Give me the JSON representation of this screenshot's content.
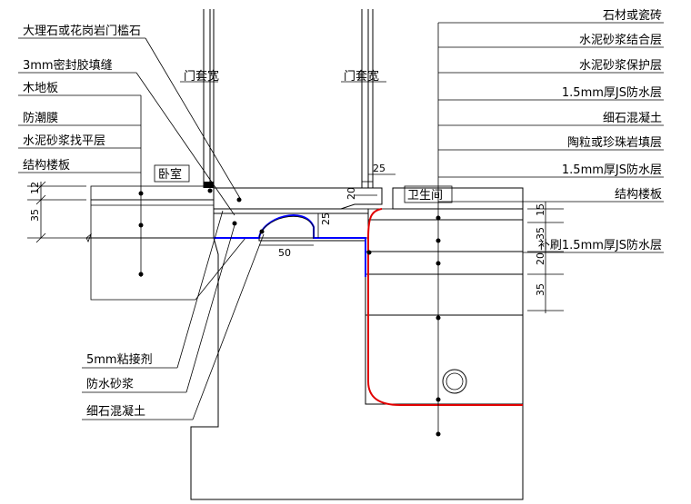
{
  "left_labels": [
    "大理石或花岗岩门槛石",
    "3mm密封胶填缝",
    "木地板",
    "防潮膜",
    "水泥砂浆找平层",
    "结构楼板"
  ],
  "right_labels": [
    "石材或瓷砖",
    "水泥砂浆结合层",
    "水泥砂浆保护层",
    "1.5mm厚JS防水层",
    "细石混凝土",
    "陶粒或珍珠岩填层",
    "1.5mm厚JS防水层",
    "结构楼板"
  ],
  "bottom_labels": [
    "5mm粘接剂",
    "防水砂浆",
    "细石混凝土"
  ],
  "extra_label": "补刷1.5mm厚JS防水层",
  "room_labels": {
    "bedroom": "卧室",
    "bathroom": "卫生间"
  },
  "door_labels": [
    "门套宽",
    "门套宽"
  ],
  "dimensions": {
    "left": [
      "12",
      "35"
    ],
    "right": [
      "15",
      "35",
      "20",
      "35"
    ],
    "door_gap": "25",
    "step": "20",
    "curb": "25",
    "curb_width": "50"
  },
  "colors": {
    "membrane": "#0000ff",
    "extra_membrane": "#e00000",
    "ink": "#000000",
    "paper": "#ffffff"
  }
}
